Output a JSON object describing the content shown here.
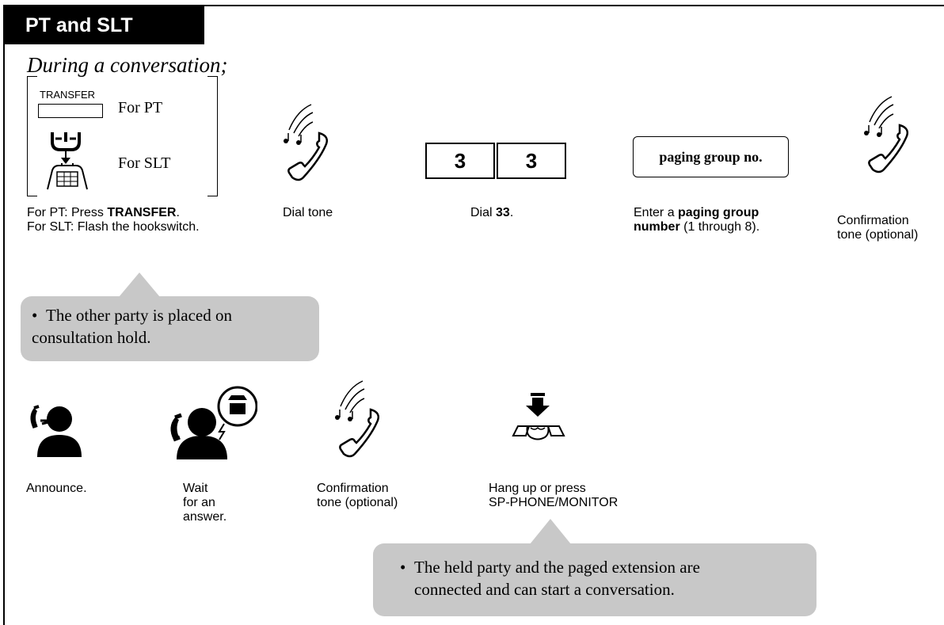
{
  "header": {
    "title": "PT and SLT"
  },
  "subtitle": "During a conversation;",
  "step1": {
    "transfer_key_label": "TRANSFER",
    "for_pt": "For PT",
    "for_slt": "For SLT",
    "caption_line1_prefix": "For PT: Press ",
    "caption_line1_bold": "TRANSFER",
    "caption_line1_suffix": ".",
    "caption_line2": "For SLT: Flash the hookswitch."
  },
  "step2": {
    "caption": "Dial tone"
  },
  "step3": {
    "digit1": "3",
    "digit2": "3",
    "caption_prefix": "Dial ",
    "caption_bold": "33",
    "caption_suffix": "."
  },
  "step4": {
    "box_label": "paging group no.",
    "caption_prefix": "Enter a ",
    "caption_bold1": "paging group",
    "caption_bold2": "number",
    "caption_suffix": " (1 through 8)."
  },
  "step5": {
    "caption_line1": "Confirmation",
    "caption_line2": "tone (optional)"
  },
  "note1": {
    "bullet": "•",
    "line1": "The other party is placed on",
    "line2": "consultation hold."
  },
  "row2": {
    "announce": "Announce.",
    "wait_line1": "Wait",
    "wait_line2": "for an",
    "wait_line3": "answer.",
    "confirm_line1": "Confirmation",
    "confirm_line2": "tone (optional)",
    "hangup_line1": "Hang up or press",
    "hangup_line2": "SP-PHONE/MONITOR"
  },
  "note2": {
    "bullet": "•",
    "line1": "The held party and the paged extension are",
    "line2": "connected and can start a conversation."
  },
  "icons": [
    "handset-tone-icon",
    "hookswitch-icon",
    "speaking-person-icon",
    "waiting-person-icon",
    "hang-up-icon"
  ]
}
